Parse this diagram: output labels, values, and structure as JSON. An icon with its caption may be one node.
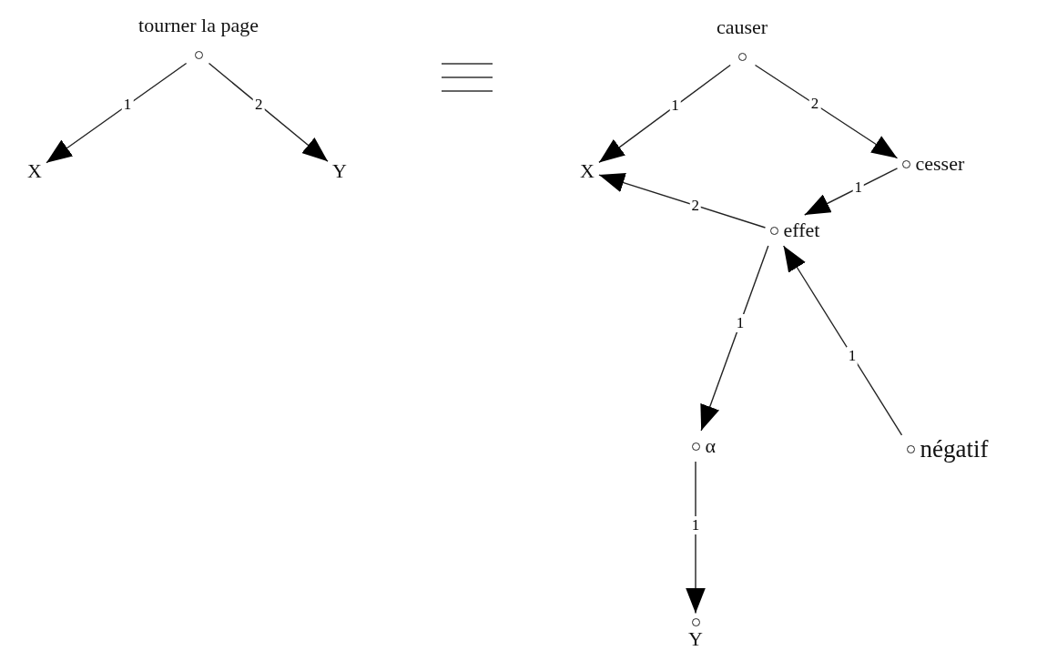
{
  "diagram": {
    "nodes": [
      {
        "text": [
          "tourner la page"
        ]
      },
      {
        "text": [
          "X"
        ]
      },
      {
        "text": [
          "Y"
        ]
      },
      {
        "text": [
          "causer"
        ]
      },
      {
        "text": [
          "X"
        ]
      },
      {
        "text": [
          "cesser"
        ]
      },
      {
        "text": [
          "effet"
        ]
      },
      {
        "text": [
          "α"
        ]
      },
      {
        "text": [
          "négatif"
        ]
      },
      {
        "text": [
          "Y"
        ]
      }
    ],
    "edges": [
      {
        "from": 0,
        "to": 1,
        "arrow": "to",
        "label": "1"
      },
      {
        "from": 0,
        "to": 2,
        "arrow": "to",
        "label": "2"
      },
      {
        "from": 3,
        "to": 4,
        "arrow": "to",
        "label": "1"
      },
      {
        "from": 3,
        "to": 5,
        "arrow": "to",
        "label": "2"
      },
      {
        "from": 5,
        "to": 6,
        "arrow": "to",
        "label": "1"
      },
      {
        "from": 6,
        "to": 4,
        "arrow": "to",
        "label": "2"
      },
      {
        "from": 6,
        "to": 7,
        "arrow": "to",
        "label": "1"
      },
      {
        "from": 8,
        "to": 6,
        "arrow": "to",
        "label": "1"
      },
      {
        "from": 7,
        "to": 9,
        "arrow": "to",
        "label": "1"
      }
    ]
  }
}
